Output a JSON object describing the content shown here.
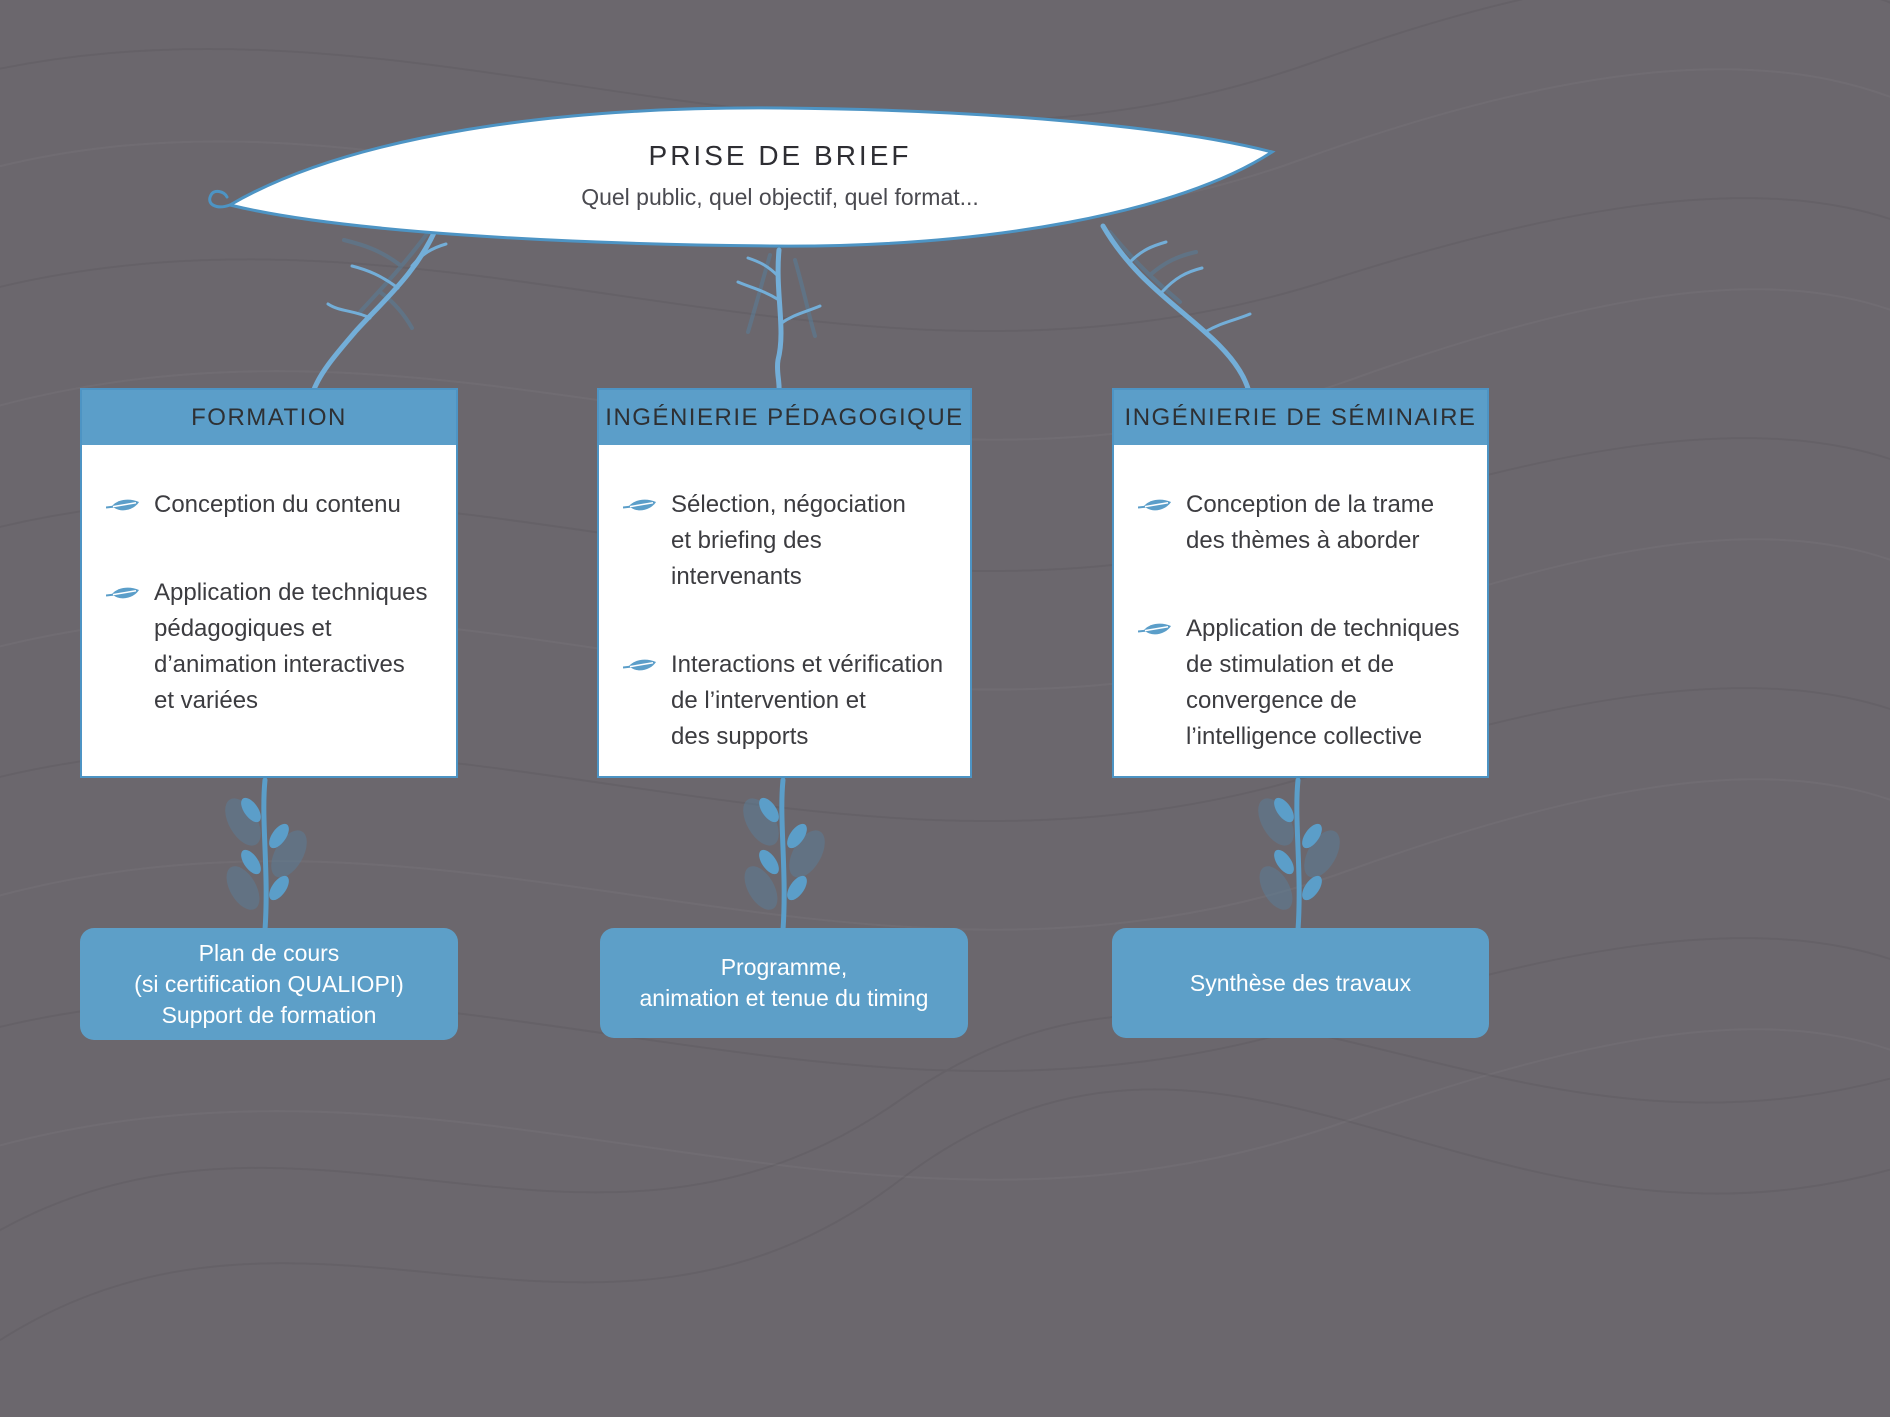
{
  "colors": {
    "background": "#6b676d",
    "accent_blue": "#5b9ec9",
    "branch_blue": "#73aed8",
    "faded_branch": "#57809e",
    "card_border": "#4d94c4",
    "card_background": "#ffffff",
    "output_box": "#5d9fc8",
    "dark_text": "#2e2e33"
  },
  "banner": {
    "title": "PRISE DE BRIEF",
    "subtitle": "Quel public, quel objectif, quel format..."
  },
  "icons": {
    "bullet": "leaf-icon"
  },
  "columns": [
    {
      "title": "FORMATION",
      "items": [
        "Conception du contenu",
        "Application de techniques\npédagogiques et\nd’animation interactives\net variées"
      ],
      "output": "Plan de cours\n(si certification QUALIOPI)\nSupport de formation"
    },
    {
      "title": "INGÉNIERIE PÉDAGOGIQUE",
      "items": [
        "Sélection, négociation\net briefing des intervenants",
        "Interactions et vérification\nde l’intervention et\ndes supports"
      ],
      "output": "Programme,\nanimation et tenue du timing"
    },
    {
      "title": "INGÉNIERIE DE SÉMINAIRE",
      "items": [
        "Conception de la trame\ndes thèmes à aborder",
        "Application de techniques\nde stimulation et de\nconvergence de\nl’intelligence collective"
      ],
      "output": "Synthèse des travaux"
    }
  ]
}
